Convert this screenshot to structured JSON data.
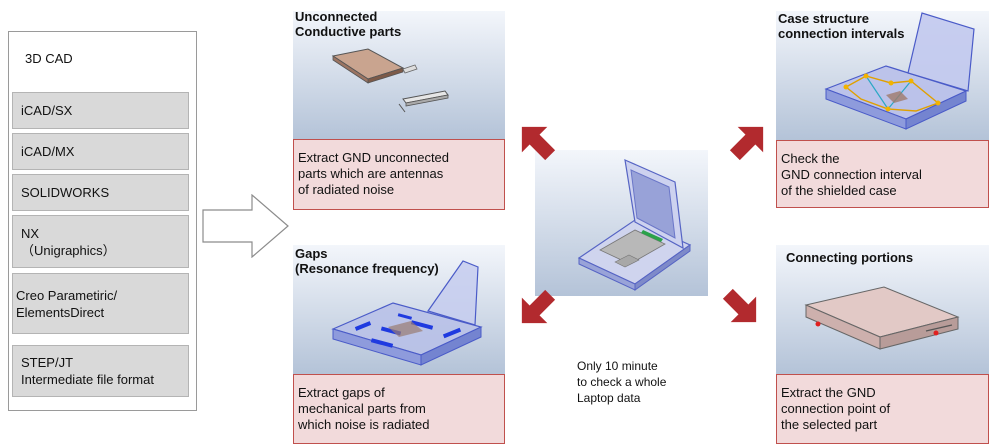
{
  "cad_panel": {
    "title": "3D CAD",
    "items": [
      {
        "lines": [
          "iCAD/SX"
        ]
      },
      {
        "lines": [
          "iCAD/MX"
        ]
      },
      {
        "lines": [
          "SOLIDWORKS"
        ]
      },
      {
        "lines": [
          "NX",
          "（Unigraphics）"
        ]
      },
      {
        "lines": [
          "Creo Parametiric/",
          "ElementsDirect"
        ]
      },
      {
        "lines": [
          "STEP/JT",
          "Intermediate file format"
        ]
      }
    ]
  },
  "panels": {
    "unconnected": {
      "title_lines": [
        "Unconnected",
        "Conductive parts"
      ],
      "note_lines": [
        "Extract GND unconnected",
        "parts which are antennas",
        "of radiated noise"
      ]
    },
    "gaps": {
      "title_lines": [
        "Gaps",
        "(Resonance frequency)"
      ],
      "note_lines": [
        "Extract gaps of",
        "mechanical parts from",
        "which noise is radiated"
      ]
    },
    "case_structure": {
      "title_lines": [
        "Case structure",
        "connection intervals"
      ],
      "note_lines": [
        "Check the",
        "GND connection interval",
        "of the shielded case"
      ]
    },
    "connecting": {
      "title_lines": [
        "Connecting portions"
      ],
      "note_lines": [
        "Extract the GND",
        "connection point of",
        "the selected part"
      ]
    }
  },
  "center": {
    "note_lines": [
      "Only 10 minute",
      "to check a whole",
      "Laptop data"
    ]
  },
  "colors": {
    "arrow_red": "#b22a2e",
    "note_fill": "#f2dadb",
    "note_border": "#c0504d",
    "list_item": "#d9d9d9"
  }
}
